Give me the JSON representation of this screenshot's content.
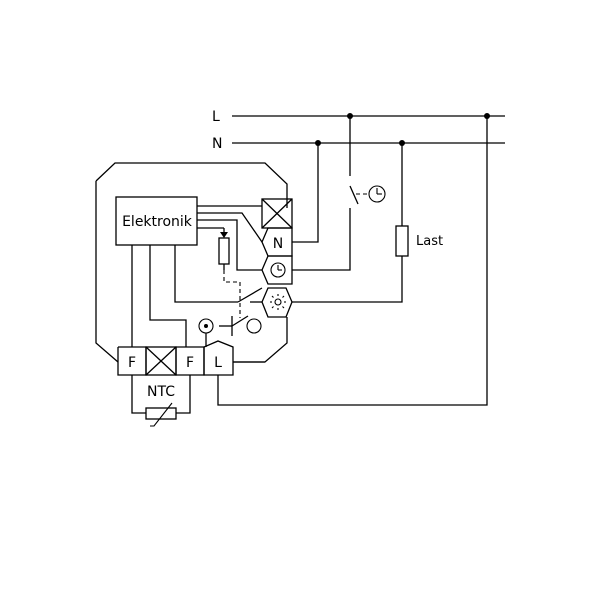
{
  "lines": {
    "l_label": "L",
    "n_label": "N"
  },
  "device": {
    "electronics_label": "Elektronik",
    "terminal_n": "N",
    "terminal_f1": "F",
    "terminal_f2": "F",
    "terminal_l": "L"
  },
  "sensor": {
    "label": "NTC"
  },
  "load": {
    "label": "Last"
  },
  "icons": [
    "timer-clock-icon",
    "sun-icon",
    "setpoint-icon",
    "cross-terminal-icon",
    "ntc-resistor-icon",
    "potentiometer-icon"
  ]
}
